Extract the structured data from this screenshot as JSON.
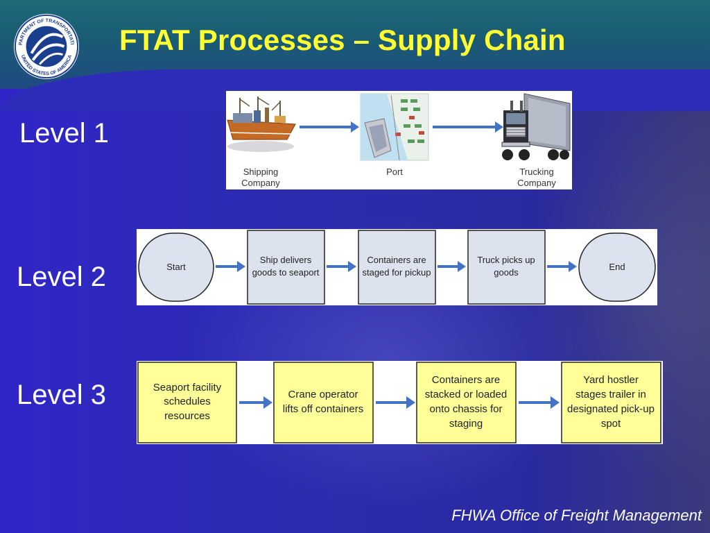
{
  "slide": {
    "title": "FTAT Processes – Supply Chain",
    "footer": "FHWA Office of Freight Management",
    "logo_text": "DEPARTMENT OF TRANSPORTATION · UNITED STATES OF AMERICA"
  },
  "levels": [
    {
      "label": "Level 1",
      "nodes": [
        {
          "icon": "ship-icon",
          "caption": [
            "Shipping",
            "Company"
          ]
        },
        {
          "icon": "port-icon",
          "caption": [
            "Port"
          ]
        },
        {
          "icon": "truck-icon",
          "caption": [
            "Trucking",
            "Company"
          ]
        }
      ]
    },
    {
      "label": "Level 2",
      "nodes": [
        {
          "shape": "terminator",
          "lines": [
            "Start"
          ]
        },
        {
          "shape": "process",
          "lines": [
            "Ship delivers",
            "goods to seaport"
          ]
        },
        {
          "shape": "process",
          "lines": [
            "Containers are",
            "staged for pickup"
          ]
        },
        {
          "shape": "process",
          "lines": [
            "Truck picks up",
            "goods"
          ]
        },
        {
          "shape": "terminator",
          "lines": [
            "End"
          ]
        }
      ]
    },
    {
      "label": "Level 3",
      "nodes": [
        {
          "lines": [
            "Seaport facility",
            "schedules",
            "resources"
          ]
        },
        {
          "lines": [
            "Crane operator",
            "lifts off containers"
          ]
        },
        {
          "lines": [
            "Containers are",
            "stacked or loaded",
            "onto chassis for",
            "staging"
          ]
        },
        {
          "lines": [
            "Yard hostler",
            "stages trailer in",
            "designated pick-up",
            "spot"
          ]
        }
      ]
    }
  ],
  "colors": {
    "title": "#ffff33",
    "arrow": "#4472c4",
    "l2_box": "#dde3ee",
    "l3_box": "#ffff99"
  }
}
